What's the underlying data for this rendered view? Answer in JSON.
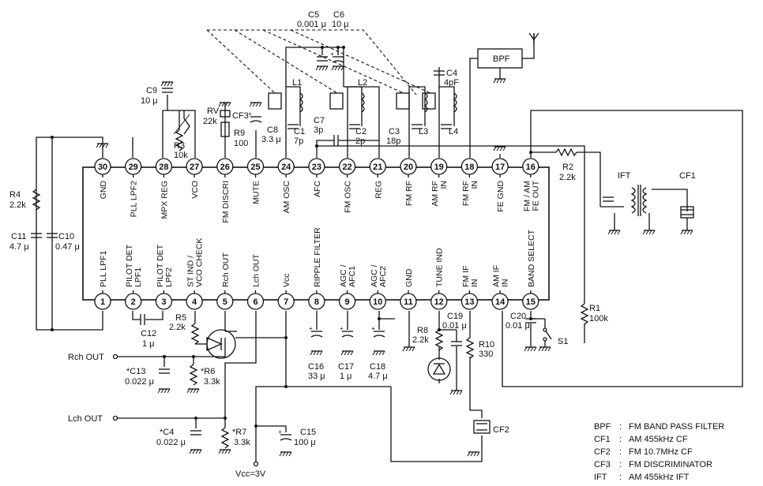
{
  "ic": {
    "top_pins": [
      {
        "num": "30",
        "name": "GND"
      },
      {
        "num": "29",
        "name": "PLL LPF2"
      },
      {
        "num": "28",
        "name": "MPX REG"
      },
      {
        "num": "27",
        "name": "VCO"
      },
      {
        "num": "26",
        "name": "FM DISCRI"
      },
      {
        "num": "25",
        "name": "MUTE"
      },
      {
        "num": "24",
        "name": "AM OSC"
      },
      {
        "num": "23",
        "name": "AFC"
      },
      {
        "num": "22",
        "name": "FM OSC"
      },
      {
        "num": "21",
        "name": "REG"
      },
      {
        "num": "20",
        "name": "FM RF"
      },
      {
        "num": "19",
        "name": "AM RF IN"
      },
      {
        "num": "18",
        "name": "FM RF IN"
      },
      {
        "num": "17",
        "name": "FE GND"
      },
      {
        "num": "16",
        "name": "FM / AM FE OUT"
      }
    ],
    "bottom_pins": [
      {
        "num": "1",
        "name": "PLL LPF1"
      },
      {
        "num": "2",
        "name": "PILOT DET LPF1"
      },
      {
        "num": "3",
        "name": "PILOT DET LPF2"
      },
      {
        "num": "4",
        "name": "ST IND / VCO CHECK"
      },
      {
        "num": "5",
        "name": "Rch OUT"
      },
      {
        "num": "6",
        "name": "Lch OUT"
      },
      {
        "num": "7",
        "name": "Vcc"
      },
      {
        "num": "8",
        "name": "RIPPLE FILTER"
      },
      {
        "num": "9",
        "name": "AGC / AFC1"
      },
      {
        "num": "10",
        "name": "AGC / AFC2"
      },
      {
        "num": "11",
        "name": "GND"
      },
      {
        "num": "12",
        "name": "TUNE IND"
      },
      {
        "num": "13",
        "name": "FM IF IN"
      },
      {
        "num": "14",
        "name": "AM IF IN"
      },
      {
        "num": "15",
        "name": "BAND SELECT"
      }
    ]
  },
  "components": {
    "c5": "C5",
    "c5_val": "0.001 μ",
    "c6": "C6",
    "c6_val": "10 μ",
    "c9": "C9",
    "c9_val": "10 μ",
    "rv": "RV",
    "rv_val": "22k",
    "cf3": "CF3",
    "r3": "R3",
    "r3_val": "10k",
    "r9": "R9",
    "r9_val": "100",
    "c8": "C8",
    "c8_val": "3.3 μ",
    "l1": "L1",
    "l2": "L2",
    "l3": "L3",
    "l4": "L4",
    "c1": "C1",
    "c1_val": "7p",
    "c2": "C2",
    "c2_val": "2p",
    "c3": "C3",
    "c3_val": "18p",
    "c4t": "C4",
    "c4t_val": "4pF",
    "c7": "C7",
    "c7_val": "3p",
    "bpf": "BPF",
    "r2": "R2",
    "r2_val": "2.2k",
    "ift": "IFT",
    "cf1": "CF1",
    "r4": "R4",
    "r4_val": "2.2k",
    "c11": "C11",
    "c11_val": "4.7 μ",
    "c10": "C10",
    "c10_val": "0.47 μ",
    "c12": "C12",
    "c12_val": "1 μ",
    "r5": "R5",
    "r5_val": "2.2k",
    "c13": "*C13",
    "c13_val": "0.022 μ",
    "r6": "*R6",
    "r6_val": "3.3k",
    "c4b": "*C4",
    "c4b_val": "0.022 μ",
    "r7": "*R7",
    "r7_val": "3.3k",
    "c15": "C15",
    "c15_val": "100 μ",
    "vcc": "Vcc=3V",
    "rch": "Rch OUT",
    "lch": "Lch OUT",
    "c16": "C16",
    "c16_val": "33 μ",
    "c17": "C17",
    "c17_val": "1 μ",
    "c18": "C18",
    "c18_val": "4.7 μ",
    "r8": "R8",
    "r8_val": "2.2k",
    "c19": "C19",
    "c19_val": "0.01 μ",
    "r10": "R10",
    "r10_val": "330",
    "cf2": "CF2",
    "c20": "C20",
    "c20_val": "0.01 μ",
    "s1": "S1",
    "r1": "R1",
    "r1_val": "100k"
  },
  "legend": [
    {
      "key": "BPF",
      "desc": "FM BAND PASS FILTER"
    },
    {
      "key": "CF1",
      "desc": "AM 455kHz CF"
    },
    {
      "key": "CF2",
      "desc": "FM 10.7MHz CF"
    },
    {
      "key": "CF3",
      "desc": "FM DISCRIMINATOR"
    },
    {
      "key": "IFT",
      "desc": "AM 455kHz IFT"
    }
  ]
}
